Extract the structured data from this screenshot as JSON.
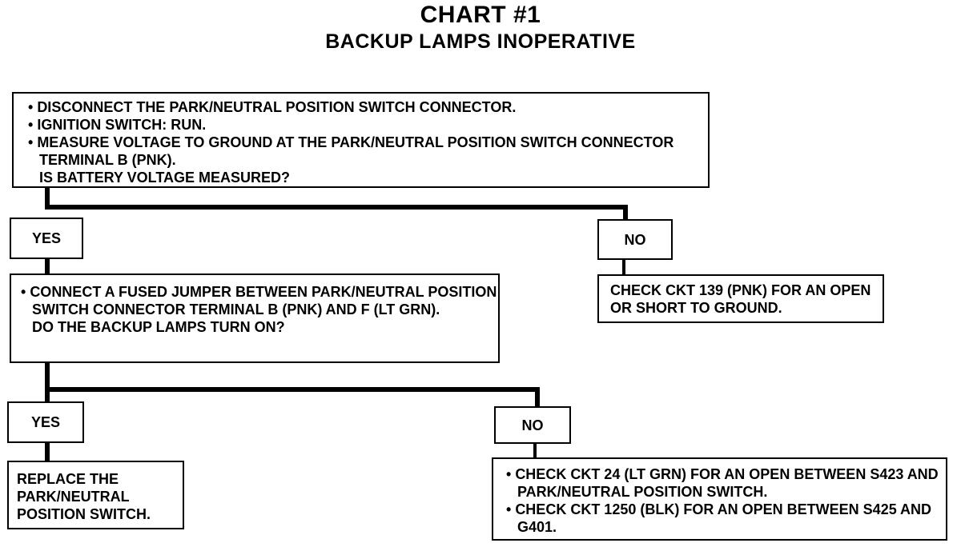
{
  "title": "CHART #1",
  "subtitle": "BACKUP LAMPS INOPERATIVE",
  "step1": {
    "bullets": [
      "DISCONNECT THE PARK/NEUTRAL POSITION SWITCH CONNECTOR.",
      "IGNITION SWITCH: RUN.",
      "MEASURE VOLTAGE TO GROUND AT THE PARK/NEUTRAL POSITION SWITCH CONNECTOR TERMINAL B (PNK)."
    ],
    "question": "IS BATTERY VOLTAGE MEASURED?"
  },
  "step1_yes": "YES",
  "step1_no": "NO",
  "step1_no_result": "CHECK CKT 139 (PNK) FOR AN OPEN OR SHORT TO GROUND.",
  "step2": {
    "bullets": [
      "CONNECT A FUSED JUMPER BETWEEN PARK/NEUTRAL POSITION SWITCH CONNECTOR TERMINAL B (PNK) AND F (LT GRN)."
    ],
    "question": "DO THE BACKUP LAMPS TURN ON?"
  },
  "step2_yes": "YES",
  "step2_no": "NO",
  "step2_yes_result": "REPLACE THE PARK/NEUTRAL POSITION SWITCH.",
  "step2_no_result": {
    "bullets": [
      "CHECK CKT 24 (LT GRN) FOR AN OPEN BETWEEN S423 AND PARK/NEUTRAL POSITION SWITCH.",
      "CHECK CKT 1250 (BLK) FOR AN OPEN BETWEEN S425 AND G401."
    ]
  }
}
